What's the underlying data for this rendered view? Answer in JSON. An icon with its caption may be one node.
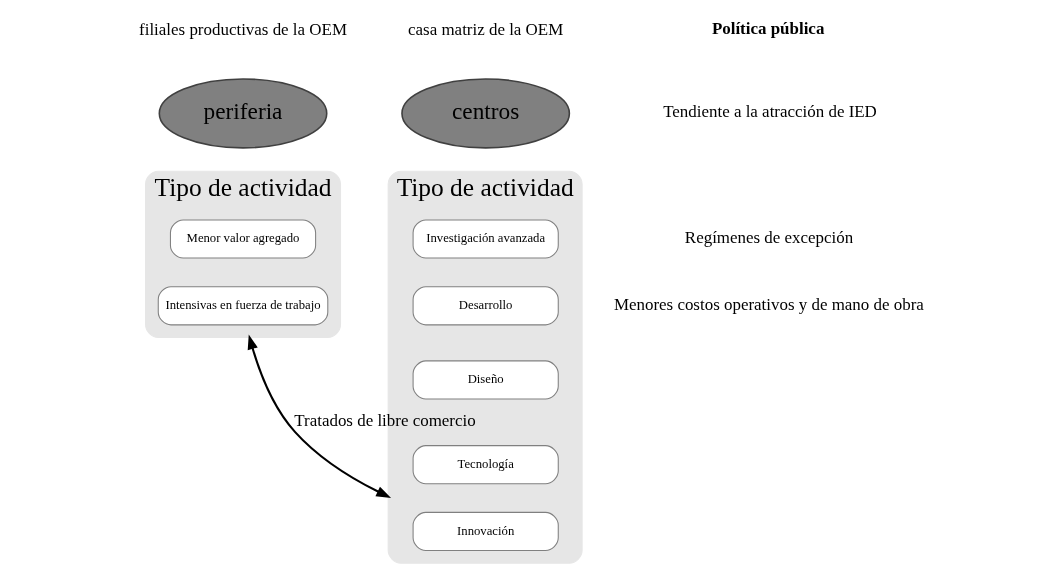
{
  "diagram": {
    "nodes": [
      {
        "text": [
          "centros"
        ],
        "beside": [
          "casa matriz de la OEM"
        ]
      },
      {
        "text": [
          "periferia"
        ],
        "beside": [
          "filiales productivas de la OEM"
        ]
      },
      {
        "text": [
          "Tipo de actividad"
        ]
      },
      {
        "text": [
          "Investigación avanzada"
        ],
        "in": 2
      },
      {
        "text": [
          "Desarrollo"
        ],
        "in": 2
      },
      {
        "text": [
          "Diseño"
        ],
        "in": 2
      },
      {
        "text": [
          "Tecnología"
        ],
        "in": 2
      },
      {
        "text": [
          "Innovación"
        ],
        "in": 2
      },
      {
        "text": [
          "Tipo de actividad"
        ]
      },
      {
        "text": [
          "Menor valor agregado"
        ],
        "in": 8
      },
      {
        "text": [
          "Intensivas en fuerza de trabajo"
        ],
        "in": 8
      }
    ],
    "edges": [
      {
        "from": 2,
        "to": 8,
        "arrow": "both",
        "label": "Tratados de libre comercio"
      }
    ],
    "labels": [
      "Política pública",
      "Tendiente a la atracción de IED",
      "Regímenes de excepción",
      "Menores costos operativos y de mano de obra"
    ]
  }
}
